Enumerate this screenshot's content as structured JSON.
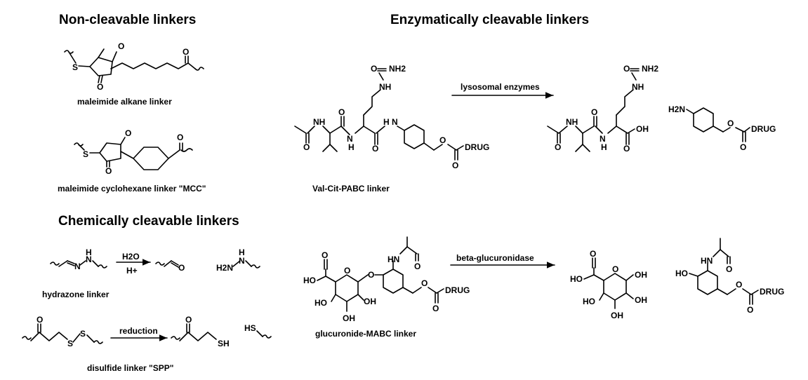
{
  "sections": {
    "non_cleavable": {
      "title": "Non-cleavable linkers",
      "linkers": [
        {
          "caption": "maleimide alkane linker"
        },
        {
          "caption": "maleimide cyclohexane linker \"MCC\""
        }
      ]
    },
    "enzymatic": {
      "title": "Enzymatically cleavable linkers",
      "linkers": [
        {
          "caption": "Val-Cit-PABC linker",
          "reagent": "lysosomal enzymes"
        },
        {
          "caption": "glucuronide-MABC linker",
          "reagent": "beta-glucuronidase"
        }
      ]
    },
    "chemical": {
      "title": "Chemically cleavable linkers",
      "linkers": [
        {
          "caption": "hydrazone linker",
          "reagent_line1": "H2O",
          "reagent_line2": "H+"
        },
        {
          "caption": "disulfide linker \"SPP\"",
          "reagent": "reduction"
        }
      ]
    }
  },
  "atom_labels": {
    "O": "O",
    "S": "S",
    "N": "N",
    "H": "H",
    "NH": "NH",
    "HN": "HN",
    "NH2": "NH2",
    "H2N": "H2N",
    "OH": "OH",
    "HO": "HO",
    "SH": "SH",
    "HS": "HS",
    "DRUG": "DRUG"
  }
}
